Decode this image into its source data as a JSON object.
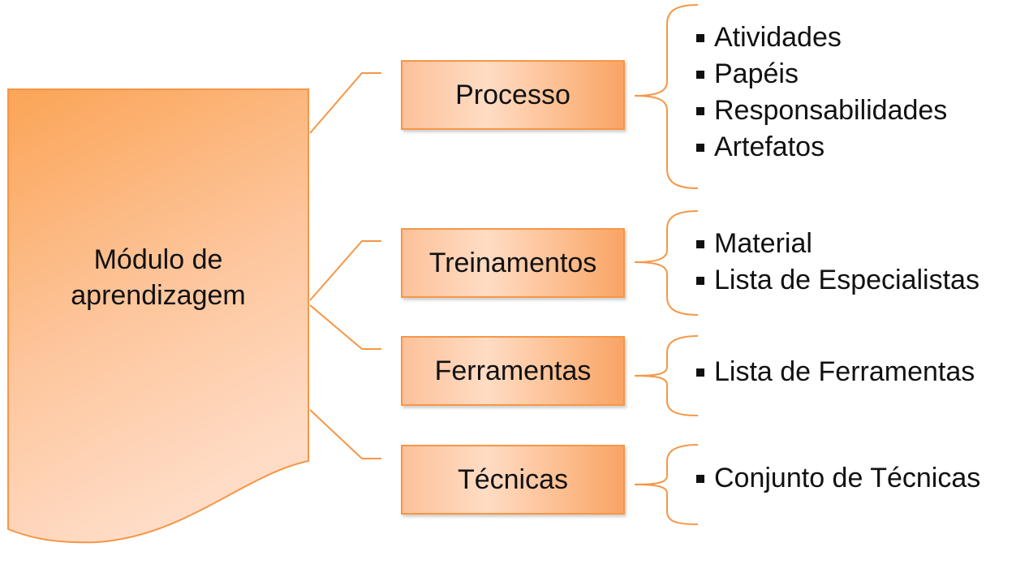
{
  "main": {
    "label_line1": "Módulo de",
    "label_line2": "aprendizagem"
  },
  "branches": [
    {
      "label": "Processo",
      "items": [
        "Atividades",
        "Papéis",
        "Responsabilidades",
        "Artefatos"
      ]
    },
    {
      "label": "Treinamentos",
      "items": [
        "Material",
        "Lista de Especialistas"
      ]
    },
    {
      "label": "Ferramentas",
      "items": [
        "Lista de Ferramentas"
      ]
    },
    {
      "label": "Técnicas",
      "items": [
        "Conjunto de Técnicas"
      ]
    }
  ],
  "colors": {
    "accent": "#F79646",
    "fill_light": "#FFDCC4",
    "fill_dark": "#F9A465",
    "text": "#111111"
  }
}
